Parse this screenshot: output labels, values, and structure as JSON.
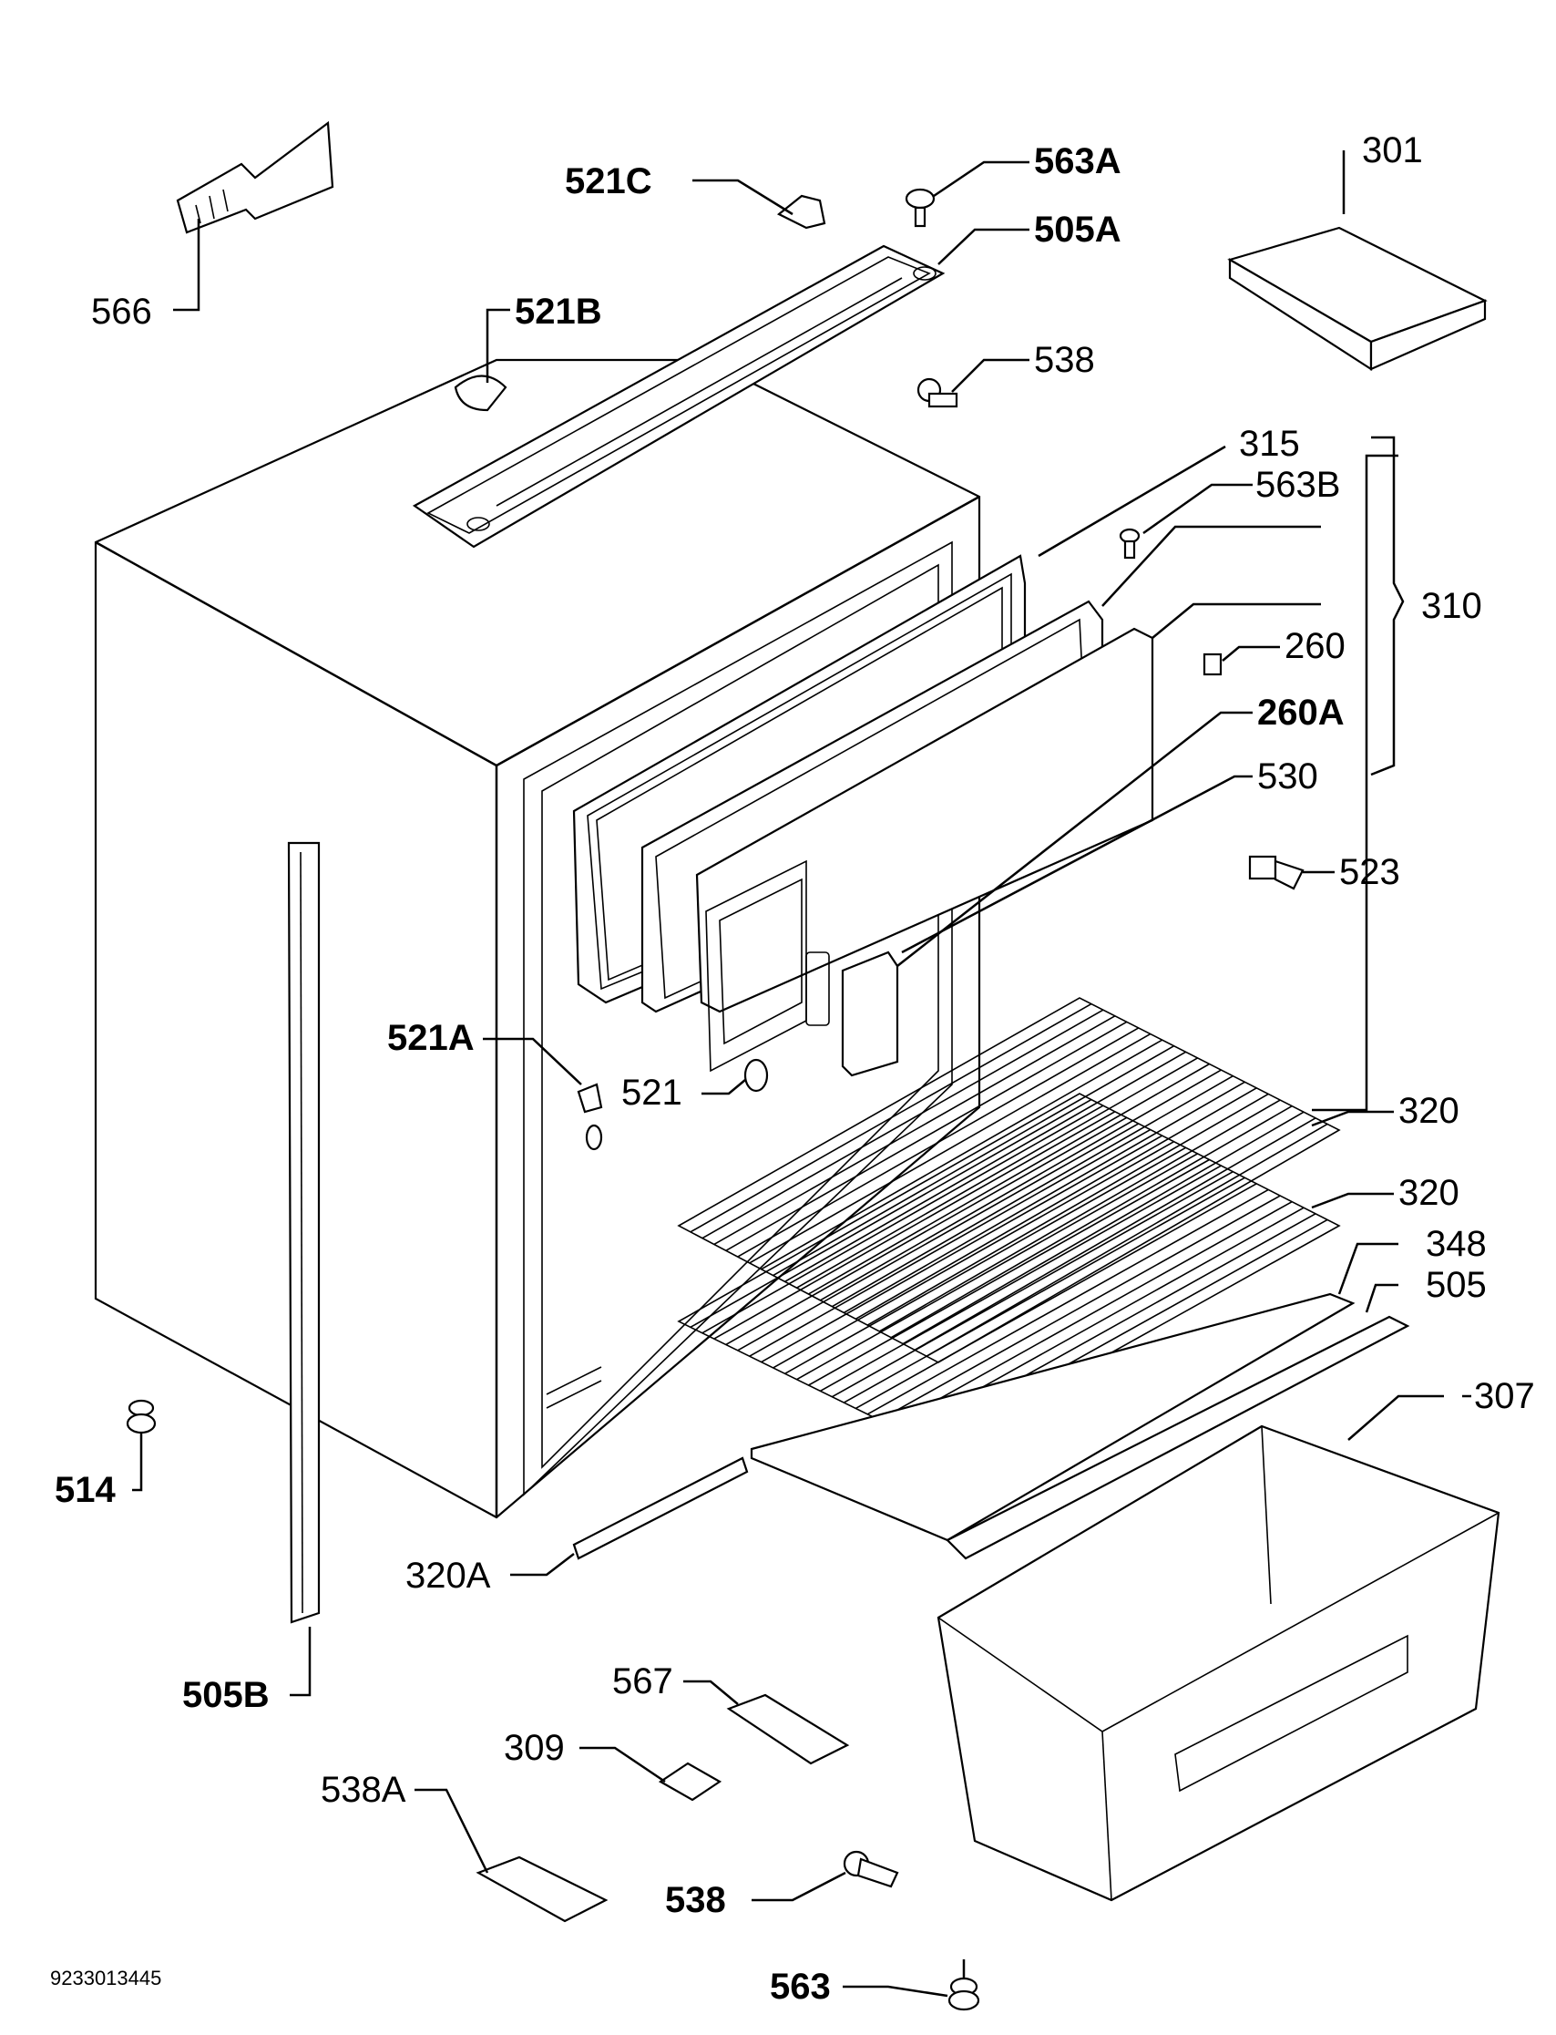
{
  "diagram_code": "9233013445",
  "labels": {
    "l566": "566",
    "l521C": "521C",
    "l563A": "563A",
    "l505A": "505A",
    "l301": "301",
    "l521B": "521B",
    "l538_top": "538",
    "l315": "315",
    "l563B": "563B",
    "l310": "310",
    "l260": "260",
    "l260A": "260A",
    "l530": "530",
    "l523": "523",
    "l521A": "521A",
    "l521": "521",
    "l320_a": "320",
    "l320_b": "320",
    "l348": "348",
    "l505": "505",
    "l307": "307",
    "l514": "514",
    "l320A": "320A",
    "l505B": "505B",
    "l567": "567",
    "l309": "309",
    "l538A": "538A",
    "l538_bot": "538",
    "l563": "563"
  }
}
